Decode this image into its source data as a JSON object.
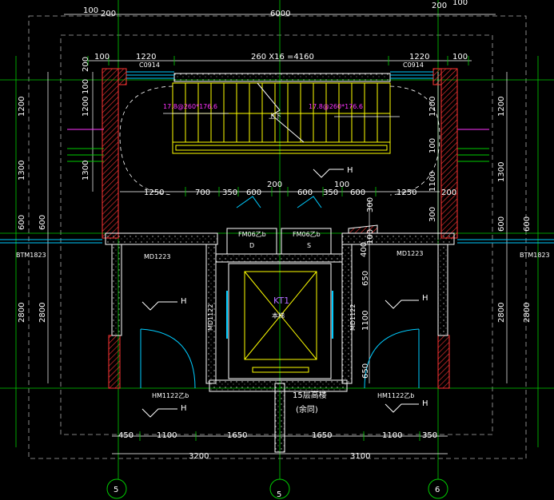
{
  "colors": {
    "background": "#000000",
    "grid_axis": "#00cc00",
    "wall": "#ffffff",
    "hatch": "#ff3333",
    "stair": "#ffff00",
    "door": "#00ccff",
    "dim": "#ffffff",
    "magenta": "#ff33ff",
    "elevator_label": "#b06bff"
  },
  "top_dims": {
    "d100a": "100",
    "d200a": "200",
    "total": "6000",
    "d200b": "200",
    "d100b": "100",
    "d1220a": "1220",
    "stair_run": "260 X16 =4160",
    "d1220b": "1220",
    "d100c": "100",
    "win_left": "C0914",
    "win_right": "C0914"
  },
  "mid_dims": {
    "d1250a": "1250",
    "d700": "700",
    "d350a": "350",
    "d600a": "600",
    "d200": "200",
    "d600b": "600",
    "d350b": "350",
    "d600c": "600",
    "d1250b": "1250",
    "d200r": "200"
  },
  "left_dims": {
    "d200": "200",
    "d100": "100",
    "d1200": "1200",
    "d1300": "1300",
    "d600": "600",
    "d2800": "2800"
  },
  "right_dims": {
    "d1200": "1200",
    "d1300": "1300",
    "d600": "600",
    "d2800": "2800",
    "d100a": "100",
    "d1100": "1100",
    "d300": "300",
    "d100b": "100",
    "d400": "400",
    "d650a": "650",
    "d650b": "650",
    "d1100e": "1100",
    "d300b": "300"
  },
  "bottom_dims": {
    "d450": "450",
    "d1100a": "1100",
    "d1650a": "1650",
    "d1650b": "1650",
    "d1100b": "1100",
    "d350": "350",
    "d3200": "3200",
    "d3100": "3100"
  },
  "labels": {
    "stair_left": "17.8@260*176.6",
    "stair_right": "17.8@260*176.6",
    "stair_up": "上下",
    "h_mark": "H",
    "btm_left": "BTM1823",
    "btm_right": "BTM1823",
    "md_left": "MD1223",
    "md_right": "MD1223",
    "fm_left": "FM06乙b",
    "fm_right": "FM06乙b",
    "fm_left_sub": "D",
    "fm_right_sub": "S",
    "elevator": "KT1",
    "elevator_sub": "本梯",
    "md_elev_left": "MD1122",
    "md_elev_right": "MD1122",
    "hm_left": "HM1122乙b",
    "hm_right": "HM1122乙b",
    "note_main": "15层高楼",
    "note_sub": "(余同)"
  },
  "axes": {
    "left": "5",
    "mid": "5",
    "right": "6"
  }
}
